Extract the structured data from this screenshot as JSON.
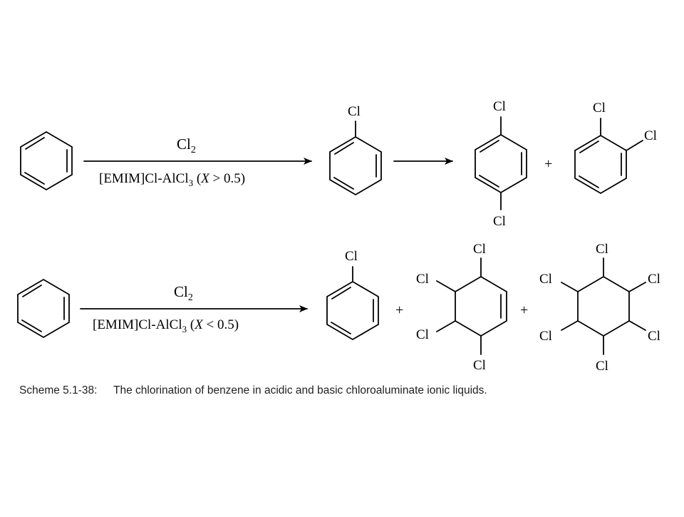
{
  "reactions": {
    "acidic": {
      "reagent": "Cl",
      "reagent_sub": "2",
      "cond_pre": "[EMIM]Cl-AlCl",
      "cond_sub": "3",
      "cond_open": " (",
      "cond_var": "X",
      "cond_rel": " > 0.5)"
    },
    "basic": {
      "reagent": "Cl",
      "reagent_sub": "2",
      "cond_pre": "[EMIM]Cl-AlCl",
      "cond_sub": "3",
      "cond_open": " (",
      "cond_var": "X",
      "cond_rel": " < 0.5)"
    }
  },
  "atom_label": "Cl",
  "plus": "+",
  "caption": {
    "label": "Scheme 5.1-38:",
    "text": "The chlorination of benzene in acidic and basic chloroaluminate ionic liquids."
  }
}
